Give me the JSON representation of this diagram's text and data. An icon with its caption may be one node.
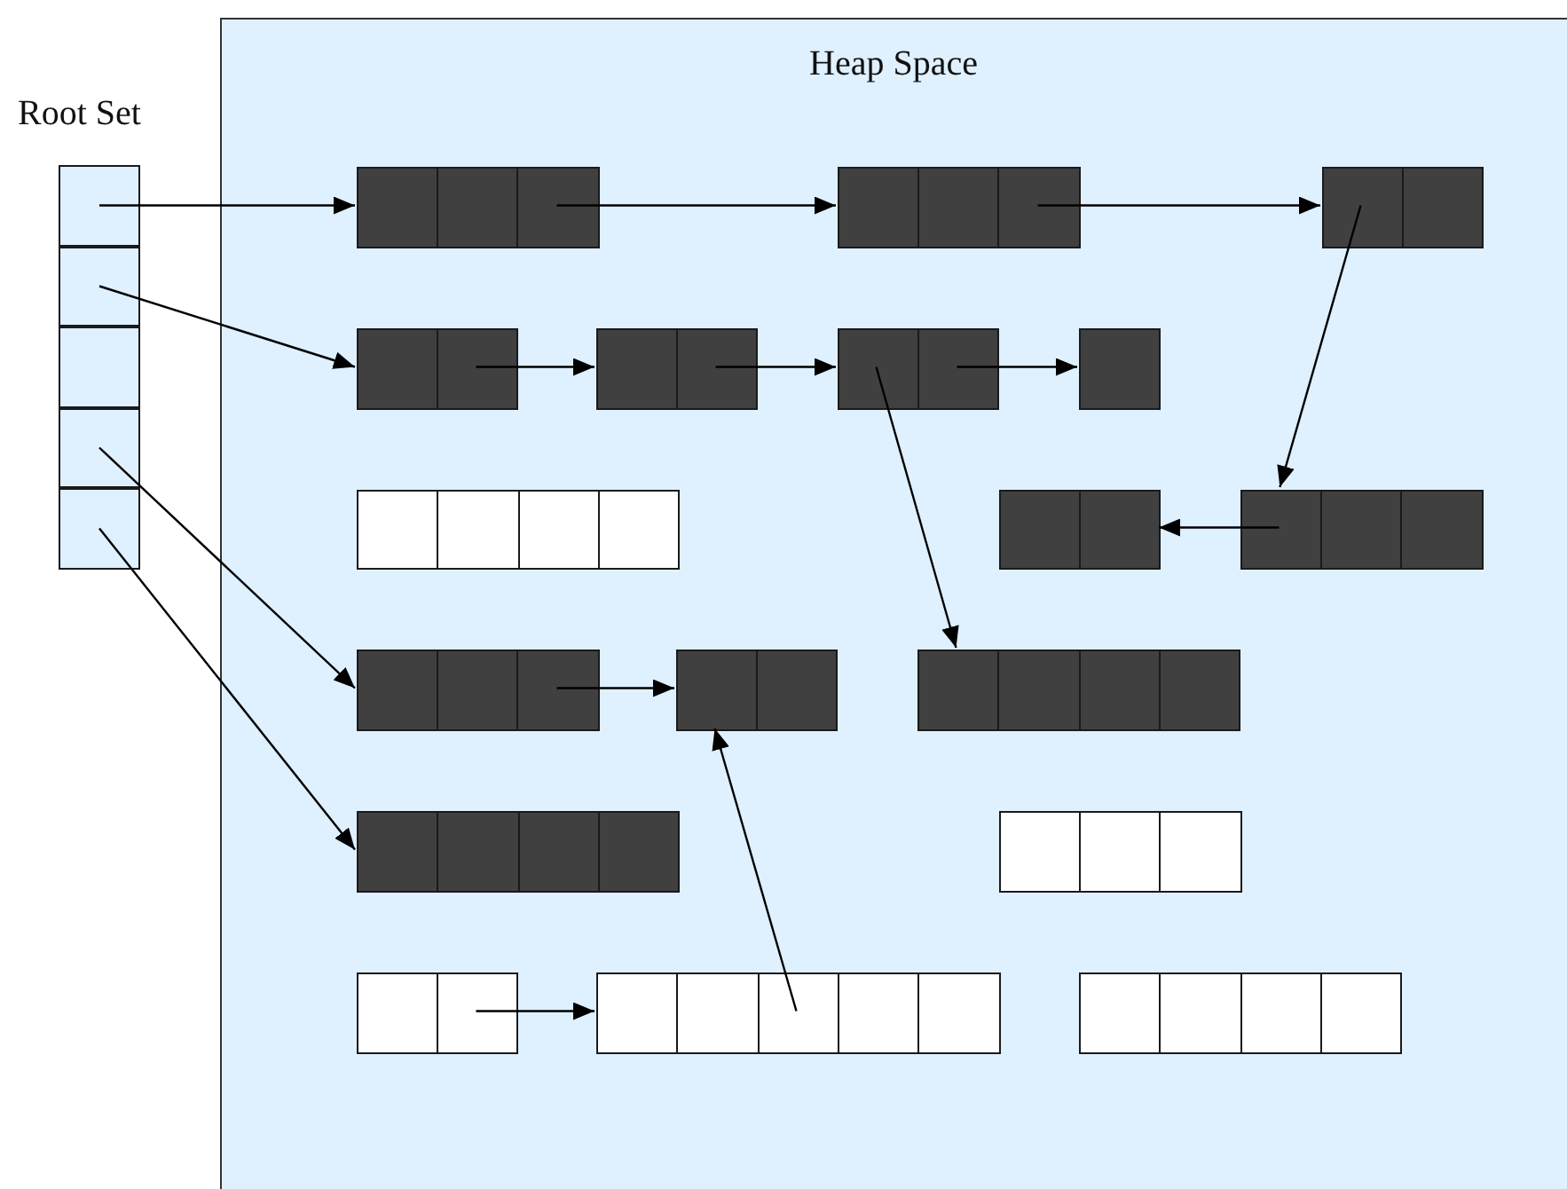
{
  "diagram": {
    "nodes": [
      {
        "text": [
          "Root Set"
        ]
      },
      {
        "text": [],
        "shape": "box",
        "in": 0
      },
      {
        "text": [],
        "shape": "box",
        "in": 0
      },
      {
        "text": [],
        "shape": "box",
        "in": 0
      },
      {
        "text": [],
        "shape": "box",
        "in": 0
      },
      {
        "text": [],
        "shape": "box",
        "in": 0
      },
      {
        "text": [
          "Heap Space"
        ]
      },
      {
        "text": [],
        "shape": "box",
        "in": 6
      },
      {
        "text": [],
        "shape": "box",
        "in": 6
      },
      {
        "text": [],
        "shape": "box",
        "in": 6
      },
      {
        "text": [],
        "shape": "box",
        "in": 6
      },
      {
        "text": [],
        "shape": "box",
        "in": 6
      },
      {
        "text": [],
        "shape": "box",
        "in": 6
      },
      {
        "text": [],
        "shape": "box",
        "in": 6
      },
      {
        "text": [],
        "shape": "box",
        "in": 6
      },
      {
        "text": [],
        "shape": "box",
        "in": 6
      },
      {
        "text": [],
        "shape": "box",
        "in": 6
      },
      {
        "text": [],
        "shape": "box",
        "in": 6
      },
      {
        "text": [],
        "shape": "box",
        "in": 6
      },
      {
        "text": [],
        "shape": "box",
        "in": 6
      },
      {
        "text": [],
        "shape": "box",
        "in": 6
      },
      {
        "text": [],
        "shape": "box",
        "in": 6
      },
      {
        "text": [],
        "shape": "box",
        "in": 6
      },
      {
        "text": [],
        "shape": "box",
        "in": 6
      },
      {
        "text": [],
        "shape": "box",
        "in": 6
      }
    ],
    "edges": [
      {
        "from": 1,
        "to": 7,
        "arrow": "to"
      },
      {
        "from": 2,
        "to": 10,
        "arrow": "to"
      },
      {
        "from": 4,
        "to": 17,
        "arrow": "to"
      },
      {
        "from": 5,
        "to": 20,
        "arrow": "to"
      },
      {
        "from": 7,
        "to": 8,
        "arrow": "to"
      },
      {
        "from": 8,
        "to": 9,
        "arrow": "to"
      },
      {
        "from": 9,
        "to": 16,
        "arrow": "to"
      },
      {
        "from": 10,
        "to": 11,
        "arrow": "to"
      },
      {
        "from": 11,
        "to": 12,
        "arrow": "to"
      },
      {
        "from": 12,
        "to": 13,
        "arrow": "to"
      },
      {
        "from": 12,
        "to": 19,
        "arrow": "to"
      },
      {
        "from": 16,
        "to": 15,
        "arrow": "to"
      },
      {
        "from": 17,
        "to": 18,
        "arrow": "to"
      },
      {
        "from": 22,
        "to": 23,
        "arrow": "to"
      },
      {
        "from": 23,
        "to": 18,
        "arrow": "to"
      }
    ]
  }
}
